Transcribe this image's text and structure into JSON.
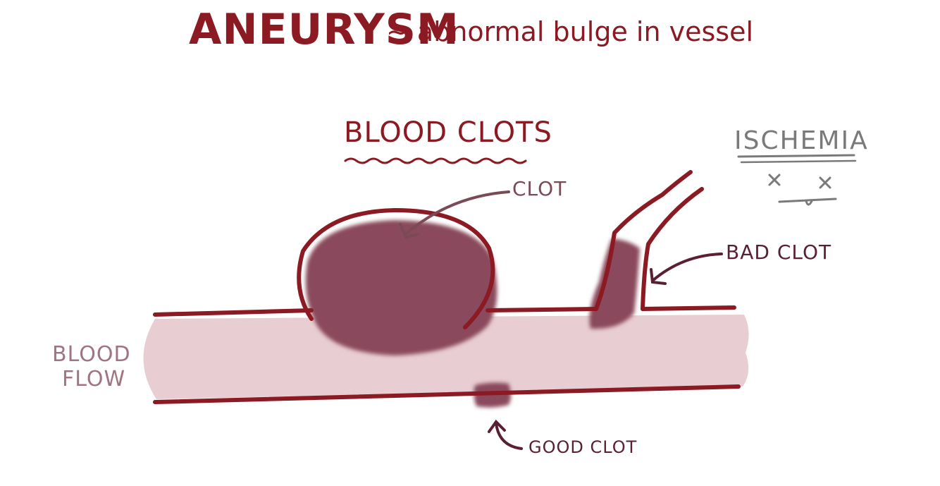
{
  "title": "ANEURYSM",
  "subtitle": "~ abnormal bulge in vessel",
  "blood_clots_heading": "BLOOD CLOTS",
  "ischemia_label": "ISCHEMIA",
  "labels": {
    "clot": "CLOT",
    "bad_clot": "BAD CLOT",
    "good_clot": "GOOD CLOT",
    "blood_flow_line1": "BLOOD",
    "blood_flow_line2": "FLOW"
  },
  "colors": {
    "vessel_wall": "#8b1a22",
    "blood": "#e8cdd3",
    "clot": "#8a4a5c",
    "heading": "#8b1a22",
    "ischemia": "#7a7a7a",
    "arrow_dark": "#5a1f33",
    "arrow_clot": "#7a4a56"
  }
}
